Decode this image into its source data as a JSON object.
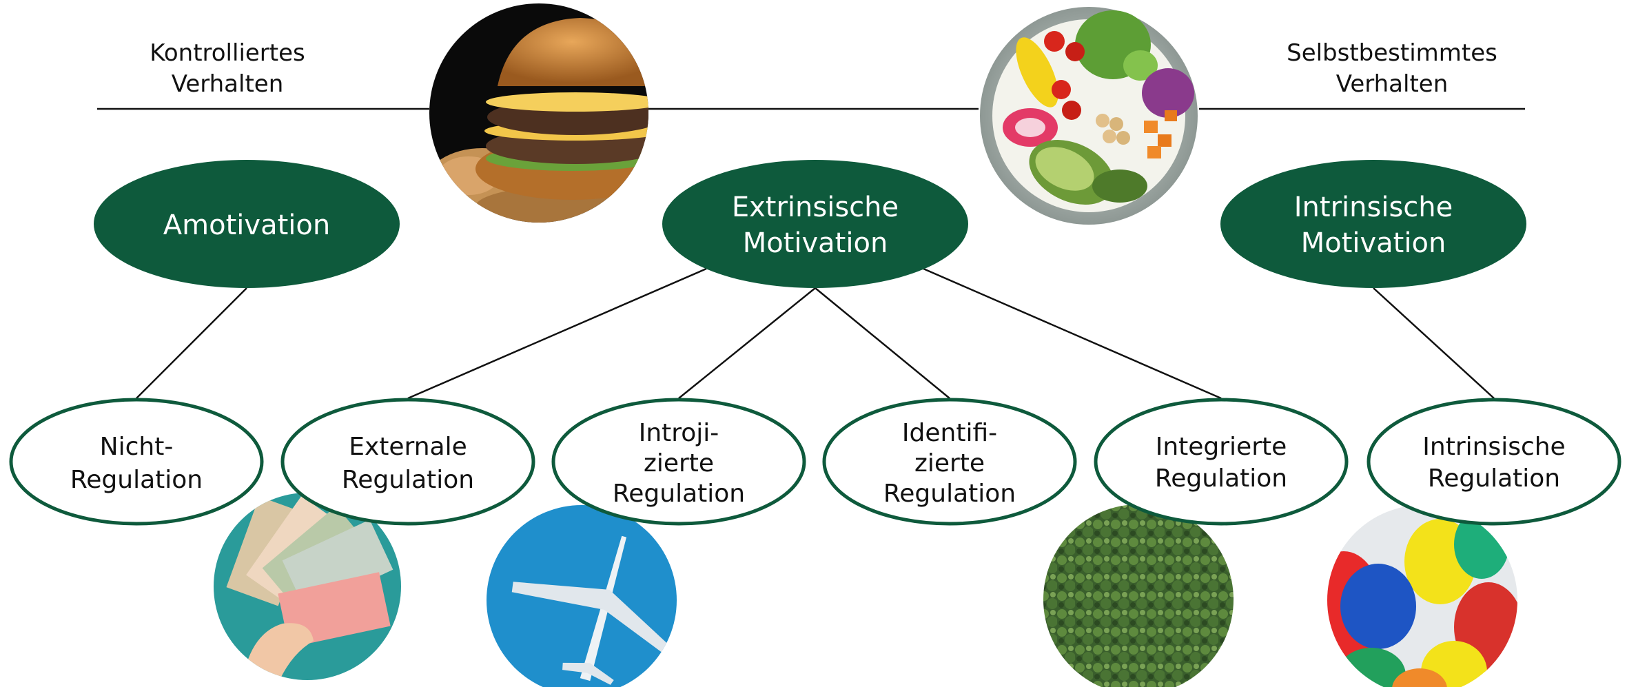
{
  "diagram": {
    "left_caption": [
      "Kontrolliertes",
      "Verhalten"
    ],
    "right_caption": [
      "Selbstbestimmtes",
      "Verhalten"
    ],
    "top_nodes": {
      "amotivation": [
        "Amotivation"
      ],
      "extrinsic": [
        "Extrinsische",
        "Motivation"
      ],
      "intrinsic": [
        "Intrinsische",
        "Motivation"
      ]
    },
    "sub_nodes": {
      "nicht": [
        "Nicht-",
        "Regulation"
      ],
      "external": [
        "Externale",
        "Regulation"
      ],
      "introjiziert": [
        "Introji-",
        "zierte",
        "Regulation"
      ],
      "identifiziert": [
        "Identifi-",
        "zierte",
        "Regulation"
      ],
      "integriert": [
        "Integrierte",
        "Regulation"
      ],
      "intrinsisch": [
        "Intrinsische",
        "Regulation"
      ]
    },
    "photos": {
      "burger": "burger-photo",
      "salad": "salad-bowl-photo",
      "money": "money-photo",
      "airplane": "airplane-photo",
      "forest": "forest-photo",
      "balloons": "balloons-photo"
    },
    "colors": {
      "node_fill": "#0e5a3c",
      "node_stroke": "#0e5a3c",
      "line": "#111111",
      "background": "#ffffff"
    }
  }
}
